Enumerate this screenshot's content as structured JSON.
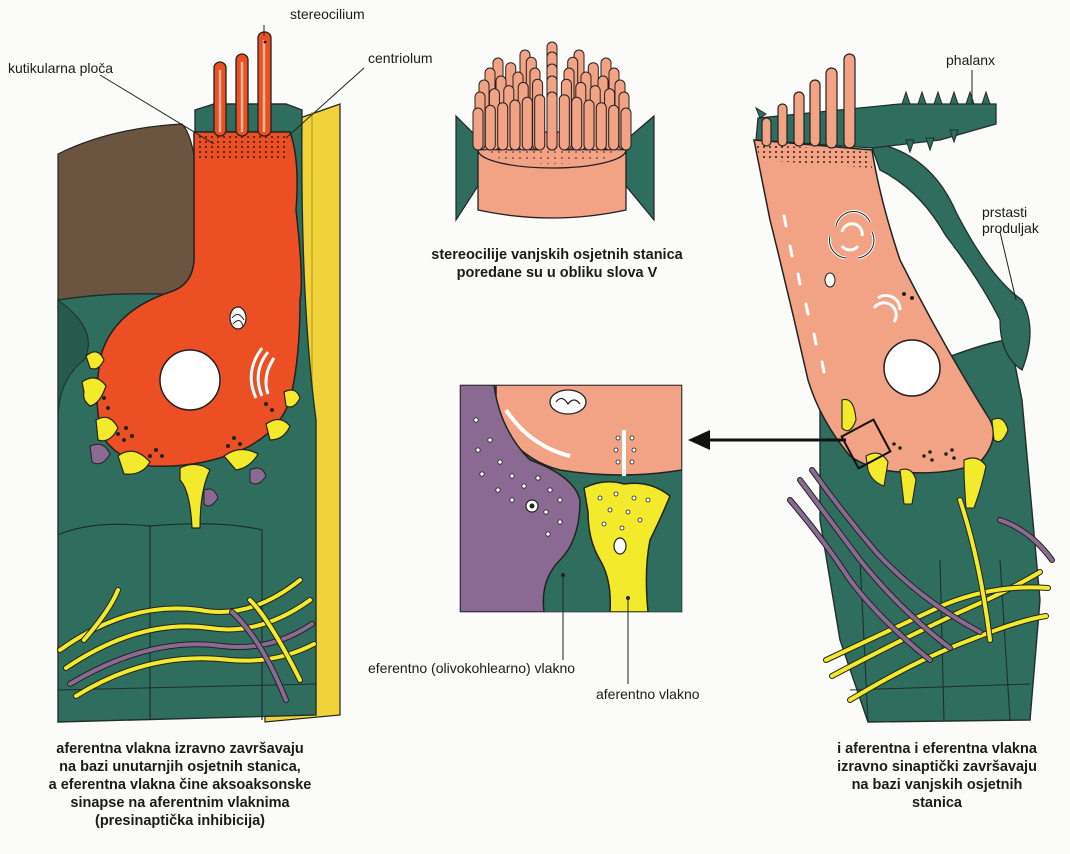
{
  "labels": {
    "stereocilium": "stereocilium",
    "kutikularna": "kutikularna ploča",
    "centriolum": "centriolum",
    "phalanx": "phalanx",
    "prstasti_1": "prstasti",
    "prstasti_2": "produljak",
    "eferentno": "eferentno (olivokohlearno) vlakno",
    "aferentno": "aferentno vlakno"
  },
  "captions": {
    "top_center": [
      "stereocilije vanjskih osjetnih stanica",
      "poredane su u obliku slova V"
    ],
    "bottom_left": [
      "aferentna vlakna izravno završavaju",
      "na bazi unutarnjih osjetnih stanica,",
      "a eferentna vlakna čine aksoaksonske",
      "sinapse na aferentnim vlaknima",
      "(presinaptička inhibicija)"
    ],
    "bottom_right": [
      "i aferentna i eferentna vlakna",
      "izravno sinaptički završavaju",
      "na bazi vanjskih osjetnih",
      "stanica"
    ]
  },
  "colors": {
    "support_teal": "#2f6e5f",
    "inner_hair_cell": "#ec4f24",
    "outer_hair_cell": "#f2a386",
    "afferent_yellow": "#f2ea2a",
    "efferent_purple": "#8a6a92",
    "pillar_yellow": "#f0d23a",
    "brown_cell": "#6b5540"
  }
}
